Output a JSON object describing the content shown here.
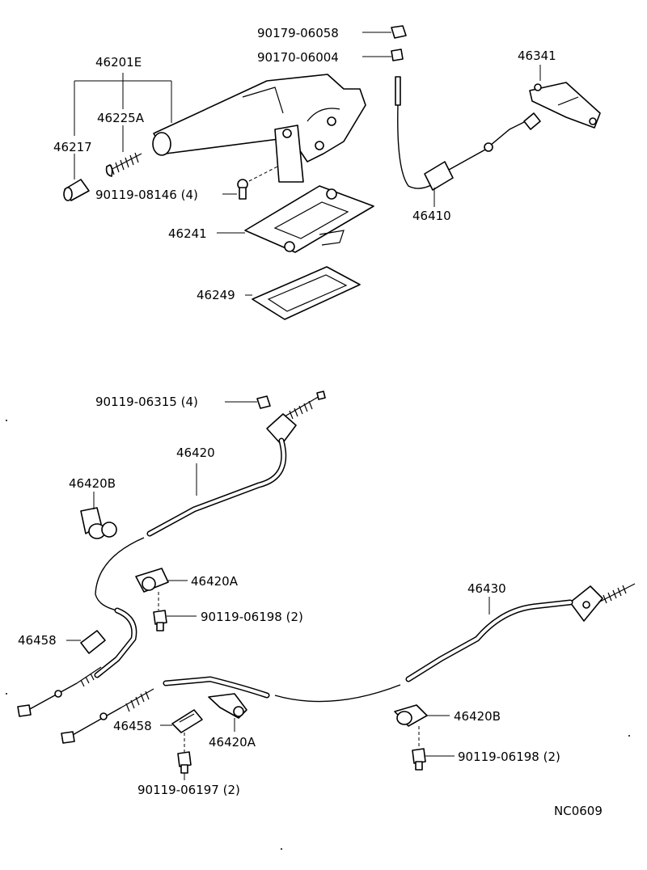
{
  "labels": {
    "p_90179_06058": "90179-06058",
    "p_90170_06004": "90170-06004",
    "p_46341": "46341",
    "p_46201E": "46201E",
    "p_46225A": "46225A",
    "p_46217": "46217",
    "p_90119_08146": "90119-08146 (4)",
    "p_46241": "46241",
    "p_46410": "46410",
    "p_46249": "46249",
    "p_90119_06315": "90119-06315 (4)",
    "p_46420": "46420",
    "p_46420B_left": "46420B",
    "p_46420A_upper": "46420A",
    "p_90119_06198_left": "90119-06198 (2)",
    "p_46430": "46430",
    "p_46458_left": "46458",
    "p_46420B_right": "46420B",
    "p_46458_lower": "46458",
    "p_46420A_lower": "46420A",
    "p_90119_06198_right": "90119-06198 (2)",
    "p_90119_06197": "90119-06197 (2)",
    "diagram_code": "NC0609"
  }
}
